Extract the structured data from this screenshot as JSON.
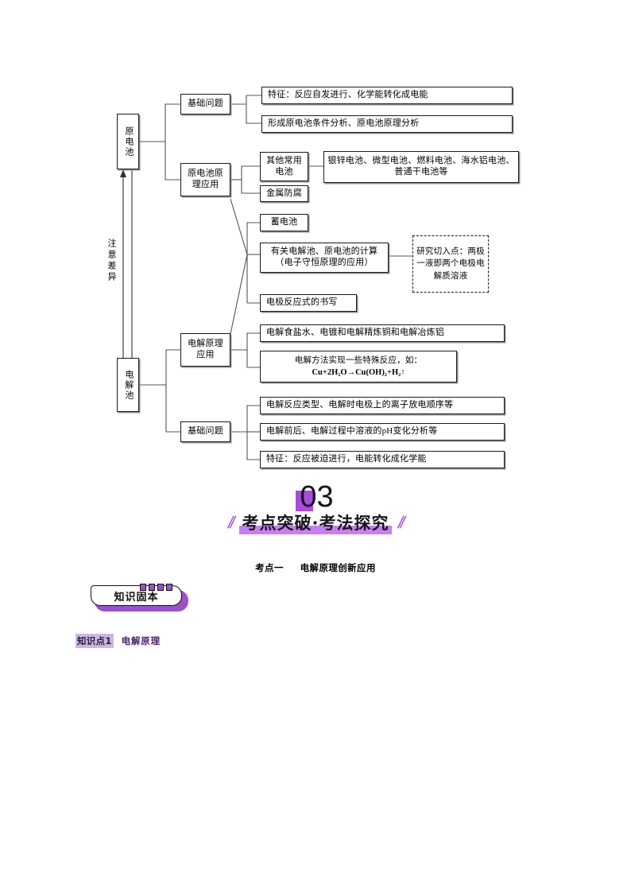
{
  "flowchart": {
    "root_left": {
      "primary_cell": "原电池",
      "electrolytic_cell": "电解池",
      "difference_note": "注意差异"
    },
    "primary_branch": {
      "basic_problems": "基础问题",
      "basic_items": [
        "特征：反应自发进行、化学能转化成电能",
        "形成原电池条件分析、原电池原理分析"
      ],
      "principle_application": "原电池原理应用",
      "other_batteries": "其他常用电池",
      "other_batteries_detail": "银锌电池、微型电池、燃料电池、海水铝电池、普通干电池等",
      "metal_corrosion": "金属防腐",
      "storage_battery": "蓄电池",
      "calculation": "有关电解池、原电池的计算（电子守恒原理的应用）",
      "electrode_equation": "电极反应式的书写",
      "research_note": "研究切入点：两极一液即两个电极电解质溶液"
    },
    "electrolytic_branch": {
      "principle_application": "电解原理应用",
      "application_items": [
        "电解食盐水、电镀和电解精炼铜和电解冶炼铝"
      ],
      "special_reaction_title": "电解方法实现一些特殊反应，如：",
      "special_reaction_formula": "Cu+2H₂O→Cu(OH)₂+H₂↑",
      "basic_problems": "基础问题",
      "basic_items": [
        "电解反应类型、电解时电极上的离子放电顺序等",
        "电解前后、电解过程中溶液的pH变化分析等",
        "特征：反应被迫进行，电能转化成化学能"
      ]
    }
  },
  "section": {
    "number": "03",
    "title": "考点突破·考法探究",
    "slash_left": "//",
    "slash_right": "//",
    "accent_color": "#a94ae0",
    "highlight_color": "#c77ef0"
  },
  "kaodian": {
    "index": "考点一",
    "title": "电解原理创新应用"
  },
  "badge": {
    "label": "知识固本",
    "accent_color": "#9b51c9"
  },
  "zhishidian": {
    "tag": "知识点1",
    "title": "电解原理",
    "tag_bg": "#cdb6e0",
    "title_color": "#4a2272"
  }
}
